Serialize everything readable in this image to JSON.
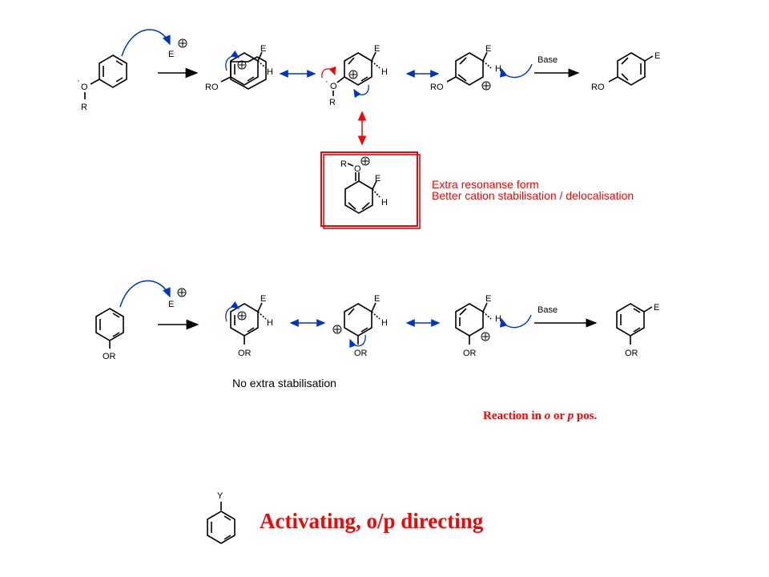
{
  "labels": {
    "electrophile": "E",
    "hydrogen": "H",
    "base": "Base",
    "ro": "RO",
    "or": "OR",
    "o": "O",
    "r": "R",
    "y": "Y"
  },
  "texts": {
    "extra_resonance_line1": "Extra resonanse form",
    "extra_resonance_line2": "Better cation stabilisation / delocalisation",
    "no_extra": "No extra stabilisation",
    "reaction_prefix": "Reaction in ",
    "reaction_o": "o",
    "reaction_or": " or ",
    "reaction_p": "p",
    "reaction_suffix": " pos.",
    "title": "Activating, o/p directing"
  },
  "colors": {
    "red": "#ff0000",
    "blue": "#0033cc",
    "black": "#000000"
  }
}
